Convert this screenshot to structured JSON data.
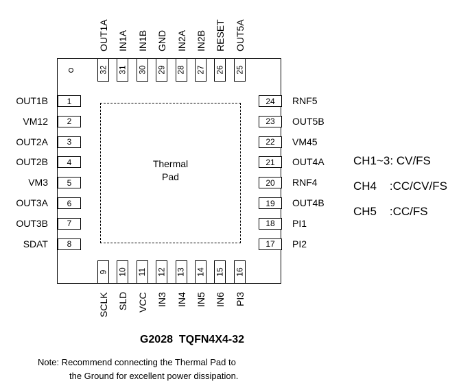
{
  "diagram": {
    "thermal_pad_label_line1": "Thermal",
    "thermal_pad_label_line2": "Pad",
    "pins": {
      "left": [
        {
          "num": "1",
          "name": "OUT1B"
        },
        {
          "num": "2",
          "name": "VM12"
        },
        {
          "num": "3",
          "name": "OUT2A"
        },
        {
          "num": "4",
          "name": "OUT2B"
        },
        {
          "num": "5",
          "name": "VM3"
        },
        {
          "num": "6",
          "name": "OUT3A"
        },
        {
          "num": "7",
          "name": "OUT3B"
        },
        {
          "num": "8",
          "name": "SDAT"
        }
      ],
      "bottom": [
        {
          "num": "9",
          "name": "SCLK"
        },
        {
          "num": "10",
          "name": "SLD"
        },
        {
          "num": "11",
          "name": "VCC"
        },
        {
          "num": "12",
          "name": "IN3"
        },
        {
          "num": "13",
          "name": "IN4"
        },
        {
          "num": "14",
          "name": "IN5"
        },
        {
          "num": "15",
          "name": "IN6"
        },
        {
          "num": "16",
          "name": "PI3"
        }
      ],
      "right": [
        {
          "num": "24",
          "name": "RNF5"
        },
        {
          "num": "23",
          "name": "OUT5B"
        },
        {
          "num": "22",
          "name": "VM45"
        },
        {
          "num": "21",
          "name": "OUT4A"
        },
        {
          "num": "20",
          "name": "RNF4"
        },
        {
          "num": "19",
          "name": "OUT4B"
        },
        {
          "num": "18",
          "name": "PI1"
        },
        {
          "num": "17",
          "name": "PI2"
        }
      ],
      "top": [
        {
          "num": "32",
          "name": "OUT1A"
        },
        {
          "num": "31",
          "name": "IN1A"
        },
        {
          "num": "30",
          "name": "IN1B"
        },
        {
          "num": "29",
          "name": "GND"
        },
        {
          "num": "28",
          "name": "IN2A"
        },
        {
          "num": "27",
          "name": "IN2B"
        },
        {
          "num": "26",
          "name": "RESET"
        },
        {
          "num": "25",
          "name": "OUT5A"
        }
      ]
    },
    "channel_modes": [
      "CH1~3: CV/FS",
      "CH4    :CC/CV/FS",
      "CH5    :CC/FS"
    ],
    "title": "G2028  TQFN4X4-32",
    "note_line1": "Note: Recommend connecting the Thermal Pad to",
    "note_line2": "the Ground for excellent power dissipation."
  }
}
